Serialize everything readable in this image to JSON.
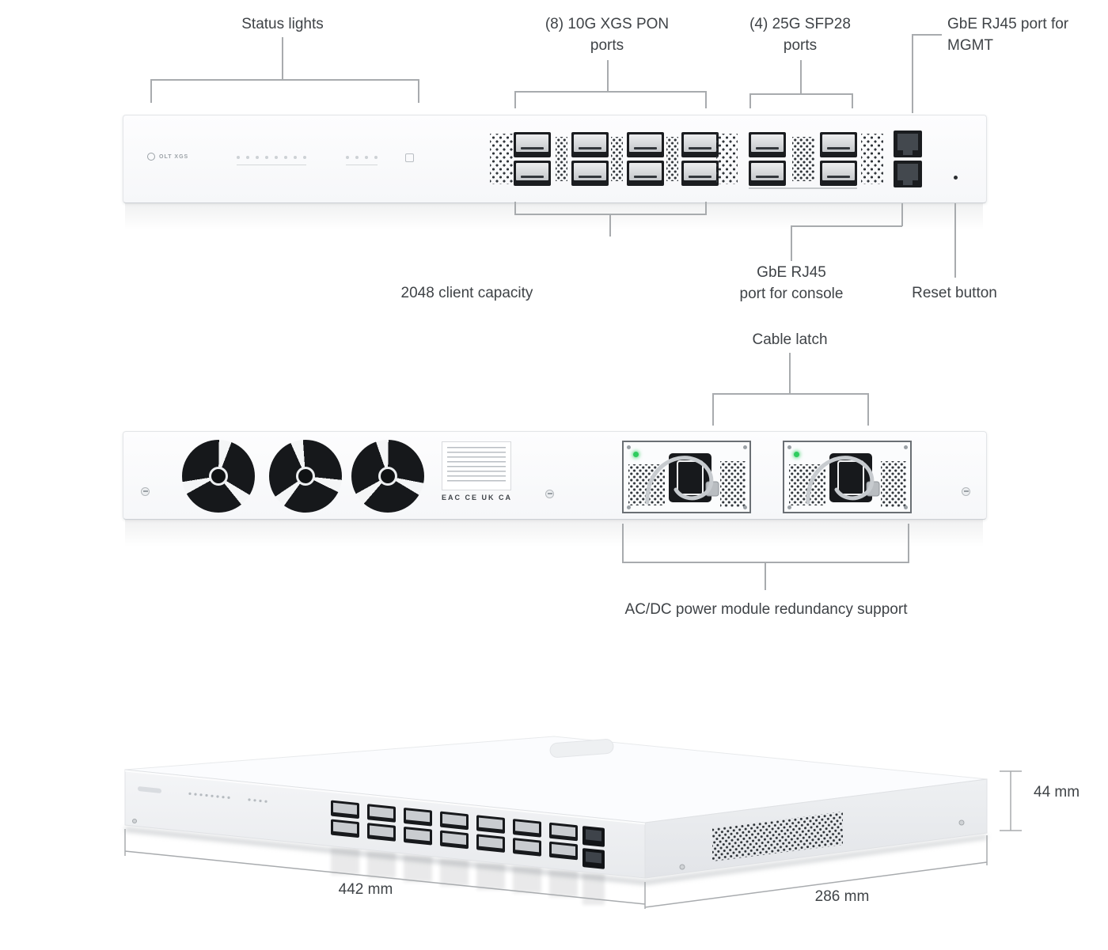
{
  "front_view": {
    "logo": "OLT XGS",
    "callouts": {
      "status_lights": "Status lights",
      "pon_ports": "(8) 10G XGS PON\nports",
      "sfp28_ports": "(4) 25G SFP28\nports",
      "mgmt_port": "GbE RJ45 port for\nMGMT",
      "client_capacity": "2048 client capacity",
      "console_port": "GbE RJ45\nport for console",
      "reset_button": "Reset button"
    }
  },
  "rear_view": {
    "cert_marks": "EAC CE UK CA",
    "callouts": {
      "cable_latch": "Cable latch",
      "power_redundancy": "AC/DC power module redundancy support"
    }
  },
  "dimensions": {
    "height": "44 mm",
    "width": "442 mm",
    "depth": "286 mm"
  },
  "colors": {
    "label_text": "#3f4347",
    "callout_line": "#a8abae",
    "chassis": "#fbfcfd",
    "port_dark": "#1b1d20",
    "led_green": "#2ecc5e"
  }
}
